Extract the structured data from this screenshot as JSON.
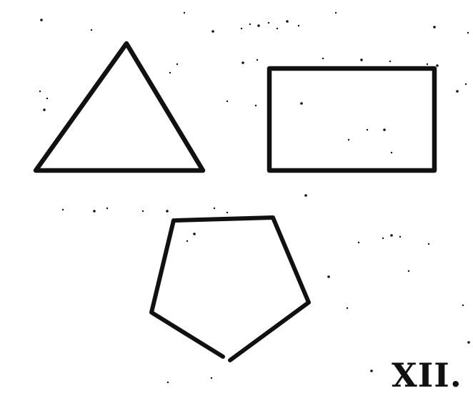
{
  "figure": {
    "plate_label": "XII.",
    "ink_color": "#111111",
    "paper_color": "#ffffff",
    "shapes": [
      "triangle",
      "rectangle",
      "pentagon"
    ]
  }
}
